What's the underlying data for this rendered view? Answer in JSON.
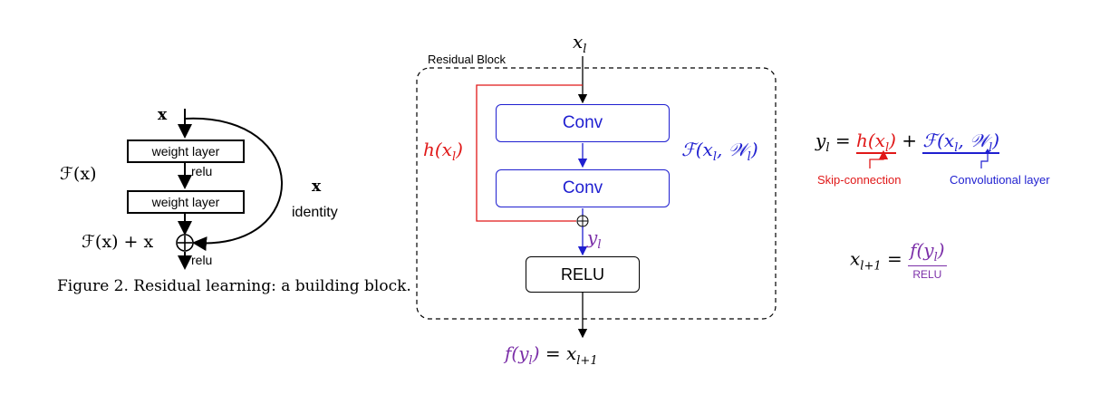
{
  "left_figure": {
    "input_label": "x",
    "layer1_label": "weight layer",
    "relu_mid_label": "relu",
    "layer2_label": "weight layer",
    "fx_label": "ℱ(x)",
    "identity_x_label": "x",
    "identity_label": "identity",
    "sum_label": "ℱ(x) + x",
    "relu_out_label": "relu",
    "caption": "Figure 2. Residual learning: a building block."
  },
  "residual_block": {
    "title": "Residual Block",
    "input_label": "x_l",
    "conv1_label": "Conv",
    "conv2_label": "Conv",
    "skip_label": "h(x_l)",
    "residual_label": "ℱ(x_l, 𝒲_l)",
    "y_label": "y_l",
    "relu_label": "RELU",
    "output_label": "f(y_l) = x_{l+1}"
  },
  "equations": {
    "eq1": "y_l = h(x_l) + ℱ(x_l, 𝒲_l)",
    "skip_note": "Skip-connection",
    "conv_note": "Convolutional layer",
    "eq2": "x_{l+1} = f(y_l)",
    "relu_note": "RELU"
  },
  "colors": {
    "skip": "#e01818",
    "conv": "#1f1fd0",
    "output": "#7b2fa8",
    "ink": "#000000"
  }
}
